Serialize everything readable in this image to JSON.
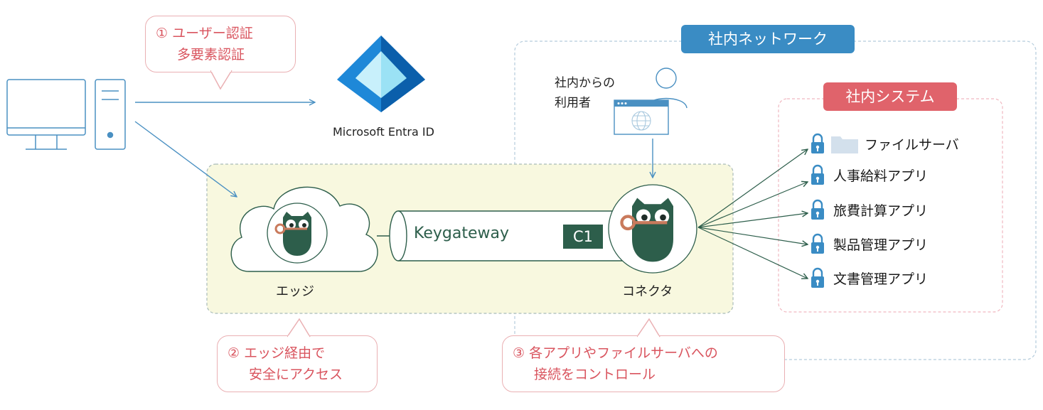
{
  "callouts": {
    "auth": {
      "line1": "① ユーザー認証",
      "line2": "多要素認証"
    },
    "edge": {
      "line1": "② エッジ経由で",
      "line2": "安全にアクセス"
    },
    "control": {
      "line1": "③ 各アプリやファイルサーバへの",
      "line2": "接続をコントロール"
    }
  },
  "idp": {
    "label": "Microsoft Entra ID"
  },
  "network": {
    "title": "社内ネットワーク",
    "internal_user_line1": "社内からの",
    "internal_user_line2": "利用者"
  },
  "system": {
    "title": "社内システム"
  },
  "apps": [
    {
      "label": "ファイルサーバ",
      "icon": "folder-icon"
    },
    {
      "label": "人事給料アプリ",
      "icon": "lock-icon"
    },
    {
      "label": "旅費計算アプリ",
      "icon": "lock-icon"
    },
    {
      "label": "製品管理アプリ",
      "icon": "lock-icon"
    },
    {
      "label": "文書管理アプリ",
      "icon": "lock-icon"
    }
  ],
  "edge": {
    "label": "エッジ"
  },
  "connector": {
    "label": "コネクタ"
  },
  "tunnel": {
    "label": "Keygateway",
    "badge": "C1"
  },
  "colors": {
    "accent_blue": "#3a8cc4",
    "accent_pink": "#e0636b",
    "owl_green": "#2d5e4b",
    "zone_fill": "#f8f8df"
  }
}
